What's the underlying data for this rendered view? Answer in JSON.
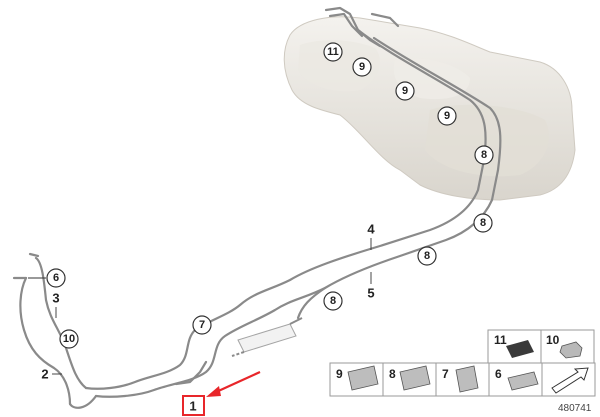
{
  "diagram": {
    "callouts": [
      {
        "id": "c11",
        "text": "11"
      },
      {
        "id": "c9a",
        "text": "9"
      },
      {
        "id": "c9b",
        "text": "9"
      },
      {
        "id": "c9c",
        "text": "9"
      },
      {
        "id": "c8a",
        "text": "8"
      },
      {
        "id": "c8b",
        "text": "8"
      },
      {
        "id": "c8c",
        "text": "8"
      },
      {
        "id": "c8d",
        "text": "8"
      },
      {
        "id": "c7",
        "text": "7"
      },
      {
        "id": "c6",
        "text": "6"
      },
      {
        "id": "c10",
        "text": "10"
      }
    ],
    "labels": [
      {
        "id": "l4",
        "text": "4"
      },
      {
        "id": "l5",
        "text": "5"
      },
      {
        "id": "l3",
        "text": "3"
      },
      {
        "id": "l2",
        "text": "2"
      },
      {
        "id": "l1",
        "text": "1"
      }
    ],
    "thumbnails": [
      {
        "id": "t11",
        "text": "11"
      },
      {
        "id": "t10",
        "text": "10"
      },
      {
        "id": "t9",
        "text": "9"
      },
      {
        "id": "t8",
        "text": "8"
      },
      {
        "id": "t7",
        "text": "7"
      },
      {
        "id": "t6",
        "text": "6"
      }
    ],
    "drawing_number": "480741",
    "colors": {
      "line": "#8a8a8a",
      "tank": "#e9e6e0",
      "highlight": "#e8262a"
    }
  }
}
